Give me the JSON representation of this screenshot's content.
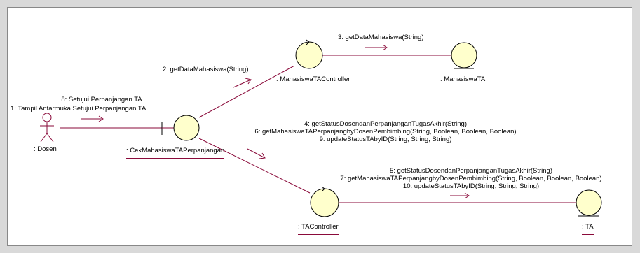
{
  "objects": {
    "dosen": ": Dosen",
    "cek": ": CekMahasiswaTAPerpanjangan",
    "mhs_ctrl": ": MahasiswaTAController",
    "mhs_entity": ": MahasiswaTA",
    "ta_ctrl": ": TAController",
    "ta_entity": ": TA"
  },
  "messages": {
    "m8": "8: Setujui Perpanjangan TA",
    "m1": "1: Tampil Antarmuka Setujui Perpanjangan TA",
    "m2": "2: getDataMahasiswa(String)",
    "m3": "3: getDataMahasiswa(String)",
    "m4": "4: getStatusDosendanPerpanjanganTugasAkhir(String)",
    "m6": "6: getMahasiswaTAPerpanjangbyDosenPembimbing(String, Boolean, Boolean, Boolean)",
    "m9": "9: updateStatusTAbyID(String, String, String)",
    "m5": "5: getStatusDosendanPerpanjanganTugasAkhir(String)",
    "m7": "7: getMahasiswaTAPerpanjangbyDosenPembimbing(String, Boolean, Boolean, Boolean)",
    "m10": "10: updateStatusTAbyID(String, String, String)"
  },
  "colors": {
    "line": "#8a0a3a",
    "fill": "#ffffcc",
    "frame": "#d9d9d9"
  }
}
